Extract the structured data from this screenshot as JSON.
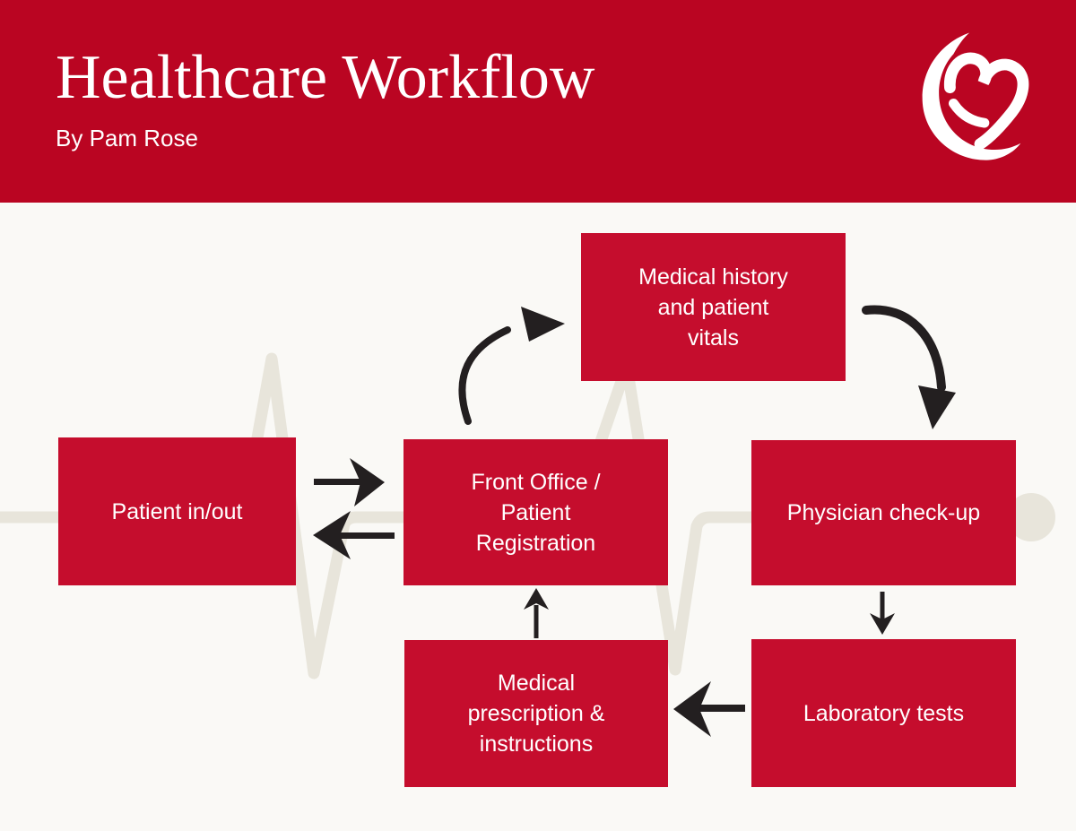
{
  "header": {
    "title": "Healthcare Workflow",
    "byline": "By Pam Rose"
  },
  "logo": {
    "icon": "heart-crescent-logo"
  },
  "nodes": [
    {
      "id": "patient-in-out",
      "label": "Patient in/out"
    },
    {
      "id": "front-office",
      "label": "Front Office /\nPatient\nRegistration"
    },
    {
      "id": "medical-history",
      "label": "Medical history\nand patient\nvitals"
    },
    {
      "id": "physician-checkup",
      "label": "Physician check-up"
    },
    {
      "id": "laboratory-tests",
      "label": "Laboratory tests"
    },
    {
      "id": "medical-prescription",
      "label": "Medical\nprescription &\ninstructions"
    }
  ],
  "edges": [
    {
      "from": "patient-in-out",
      "to": "front-office",
      "style": "straight-arrow-right"
    },
    {
      "from": "front-office",
      "to": "patient-in-out",
      "style": "straight-arrow-left"
    },
    {
      "from": "front-office",
      "to": "medical-history",
      "style": "curved-arrow-up"
    },
    {
      "from": "medical-history",
      "to": "physician-checkup",
      "style": "curved-arrow-down"
    },
    {
      "from": "physician-checkup",
      "to": "laboratory-tests",
      "style": "straight-arrow-down"
    },
    {
      "from": "laboratory-tests",
      "to": "medical-prescription",
      "style": "straight-arrow-left"
    },
    {
      "from": "medical-prescription",
      "to": "front-office",
      "style": "straight-arrow-up"
    }
  ],
  "colors": {
    "header_red": "#BA0522",
    "box_red": "#C50D2D",
    "background": "#FAF9F6",
    "arrow_black": "#231F20",
    "ecg_beige": "#E8E5DB",
    "text_white": "#FFFFFF"
  }
}
